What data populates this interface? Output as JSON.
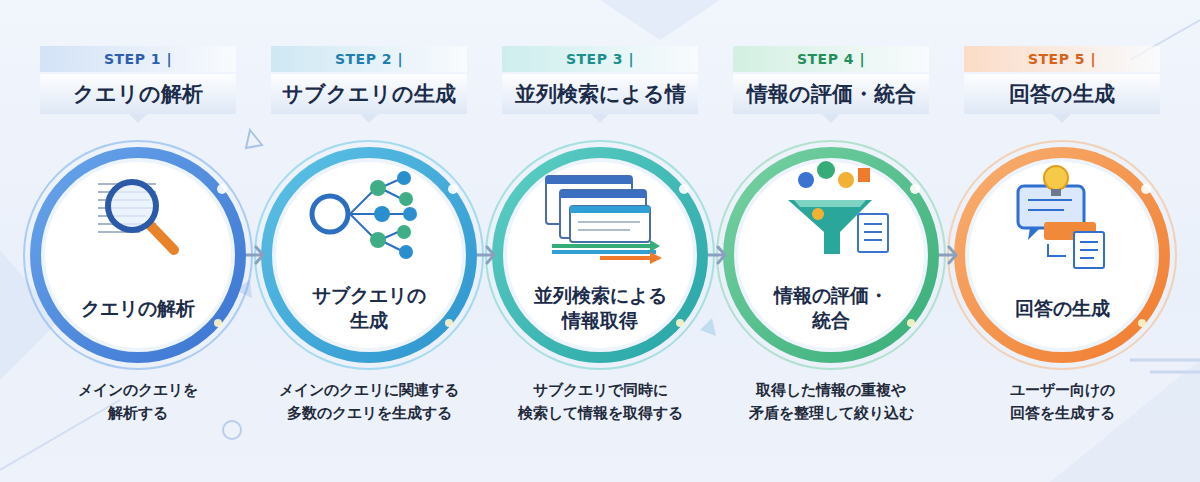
{
  "diagram": {
    "nodes": [
      {
        "text": [
          "STEP 1 |",
          "クエリの解析"
        ]
      },
      {
        "text": [
          "クエリの解析",
          "メインのクエリを 解析する"
        ]
      },
      {
        "text": [
          "STEP 2 |",
          "サブクエリの生成"
        ]
      },
      {
        "text": [
          "サブクエリの 生成",
          "メインのクエリに関連する 多数のクエリを生成する"
        ]
      },
      {
        "text": [
          "STEP 3 |",
          "並列検索による情"
        ]
      },
      {
        "text": [
          "並列検索による 情報取得",
          "サブクエリで同時に 検索して情報を取得する"
        ]
      },
      {
        "text": [
          "STEP 4 |",
          "情報の評価・統合"
        ]
      },
      {
        "text": [
          "情報の評価・ 統合",
          "取得した情報の重複や 矛盾を整理して絞り込む"
        ]
      },
      {
        "text": [
          "STEP 5 |",
          "回答の生成"
        ]
      },
      {
        "text": [
          "回答の生成",
          "ユーザー向けの 回答を生成する"
        ]
      }
    ],
    "edges": [
      {
        "from": 1,
        "to": 3,
        "arrow": "to"
      },
      {
        "from": 3,
        "to": 5,
        "arrow": "to"
      },
      {
        "from": 5,
        "to": 7,
        "arrow": "to"
      },
      {
        "from": 7,
        "to": 9,
        "arrow": "to"
      }
    ]
  }
}
